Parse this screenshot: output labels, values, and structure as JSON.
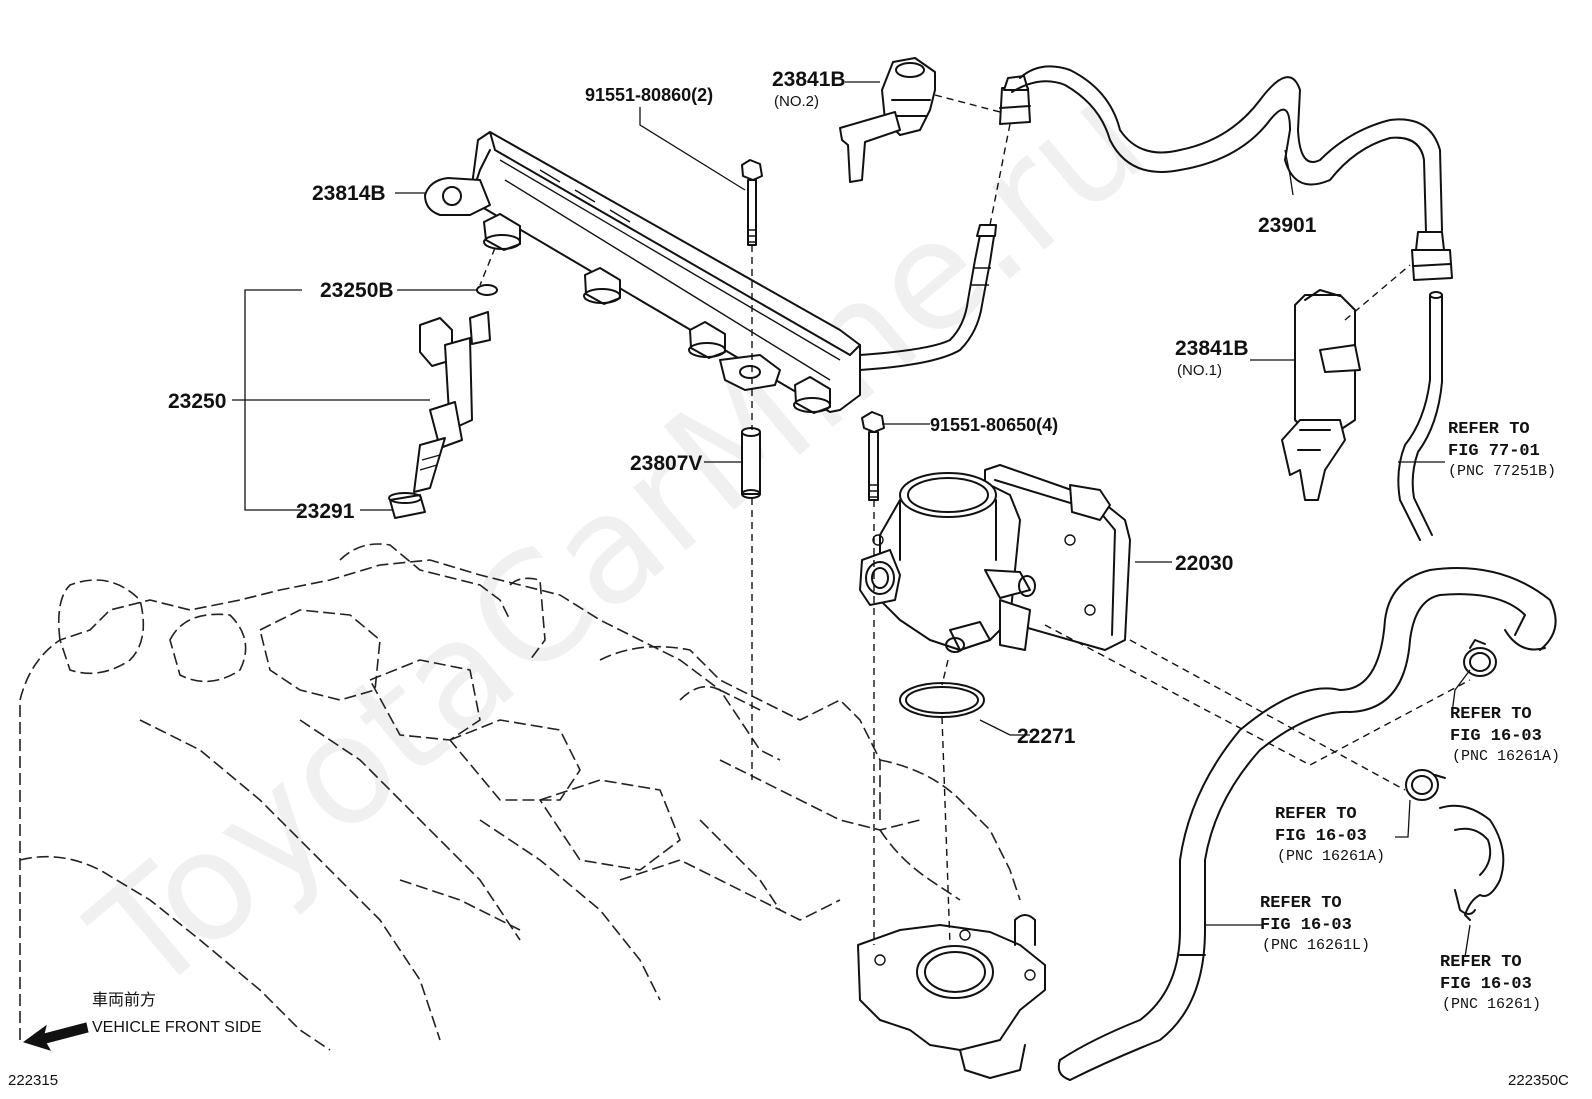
{
  "labels": {
    "p23814B": "23814B",
    "p23250B": "23250B",
    "p23250": "23250",
    "p23291": "23291",
    "p91551_80860": "91551-80860(2)",
    "p23841B_no2": "23841B",
    "p23841B_no2_sub": "(NO.2)",
    "p23901": "23901",
    "p23841B_no1": "23841B",
    "p23841B_no1_sub": "(NO.1)",
    "p23807V": "23807V",
    "p91551_80650": "91551-80650(4)",
    "p22030": "22030",
    "p22271": "22271"
  },
  "references": {
    "ref1": {
      "line1": "REFER TO",
      "line2": "FIG 77-01",
      "line3": "(PNC 77251B)"
    },
    "ref2": {
      "line1": "REFER TO",
      "line2": "FIG 16-03",
      "line3": "(PNC 16261A)"
    },
    "ref3": {
      "line1": "REFER TO",
      "line2": "FIG 16-03",
      "line3": "(PNC 16261A)"
    },
    "ref4": {
      "line1": "REFER TO",
      "line2": "FIG 16-03",
      "line3": "(PNC 16261L)"
    },
    "ref5": {
      "line1": "REFER TO",
      "line2": "FIG 16-03",
      "line3": "(PNC 16261)"
    }
  },
  "orientation": {
    "japanese": "車両前方",
    "english": "VEHICLE FRONT SIDE"
  },
  "corners": {
    "left_code": "222315",
    "right_code": "222350C"
  },
  "watermark": "ToyotaCarMine.ru"
}
